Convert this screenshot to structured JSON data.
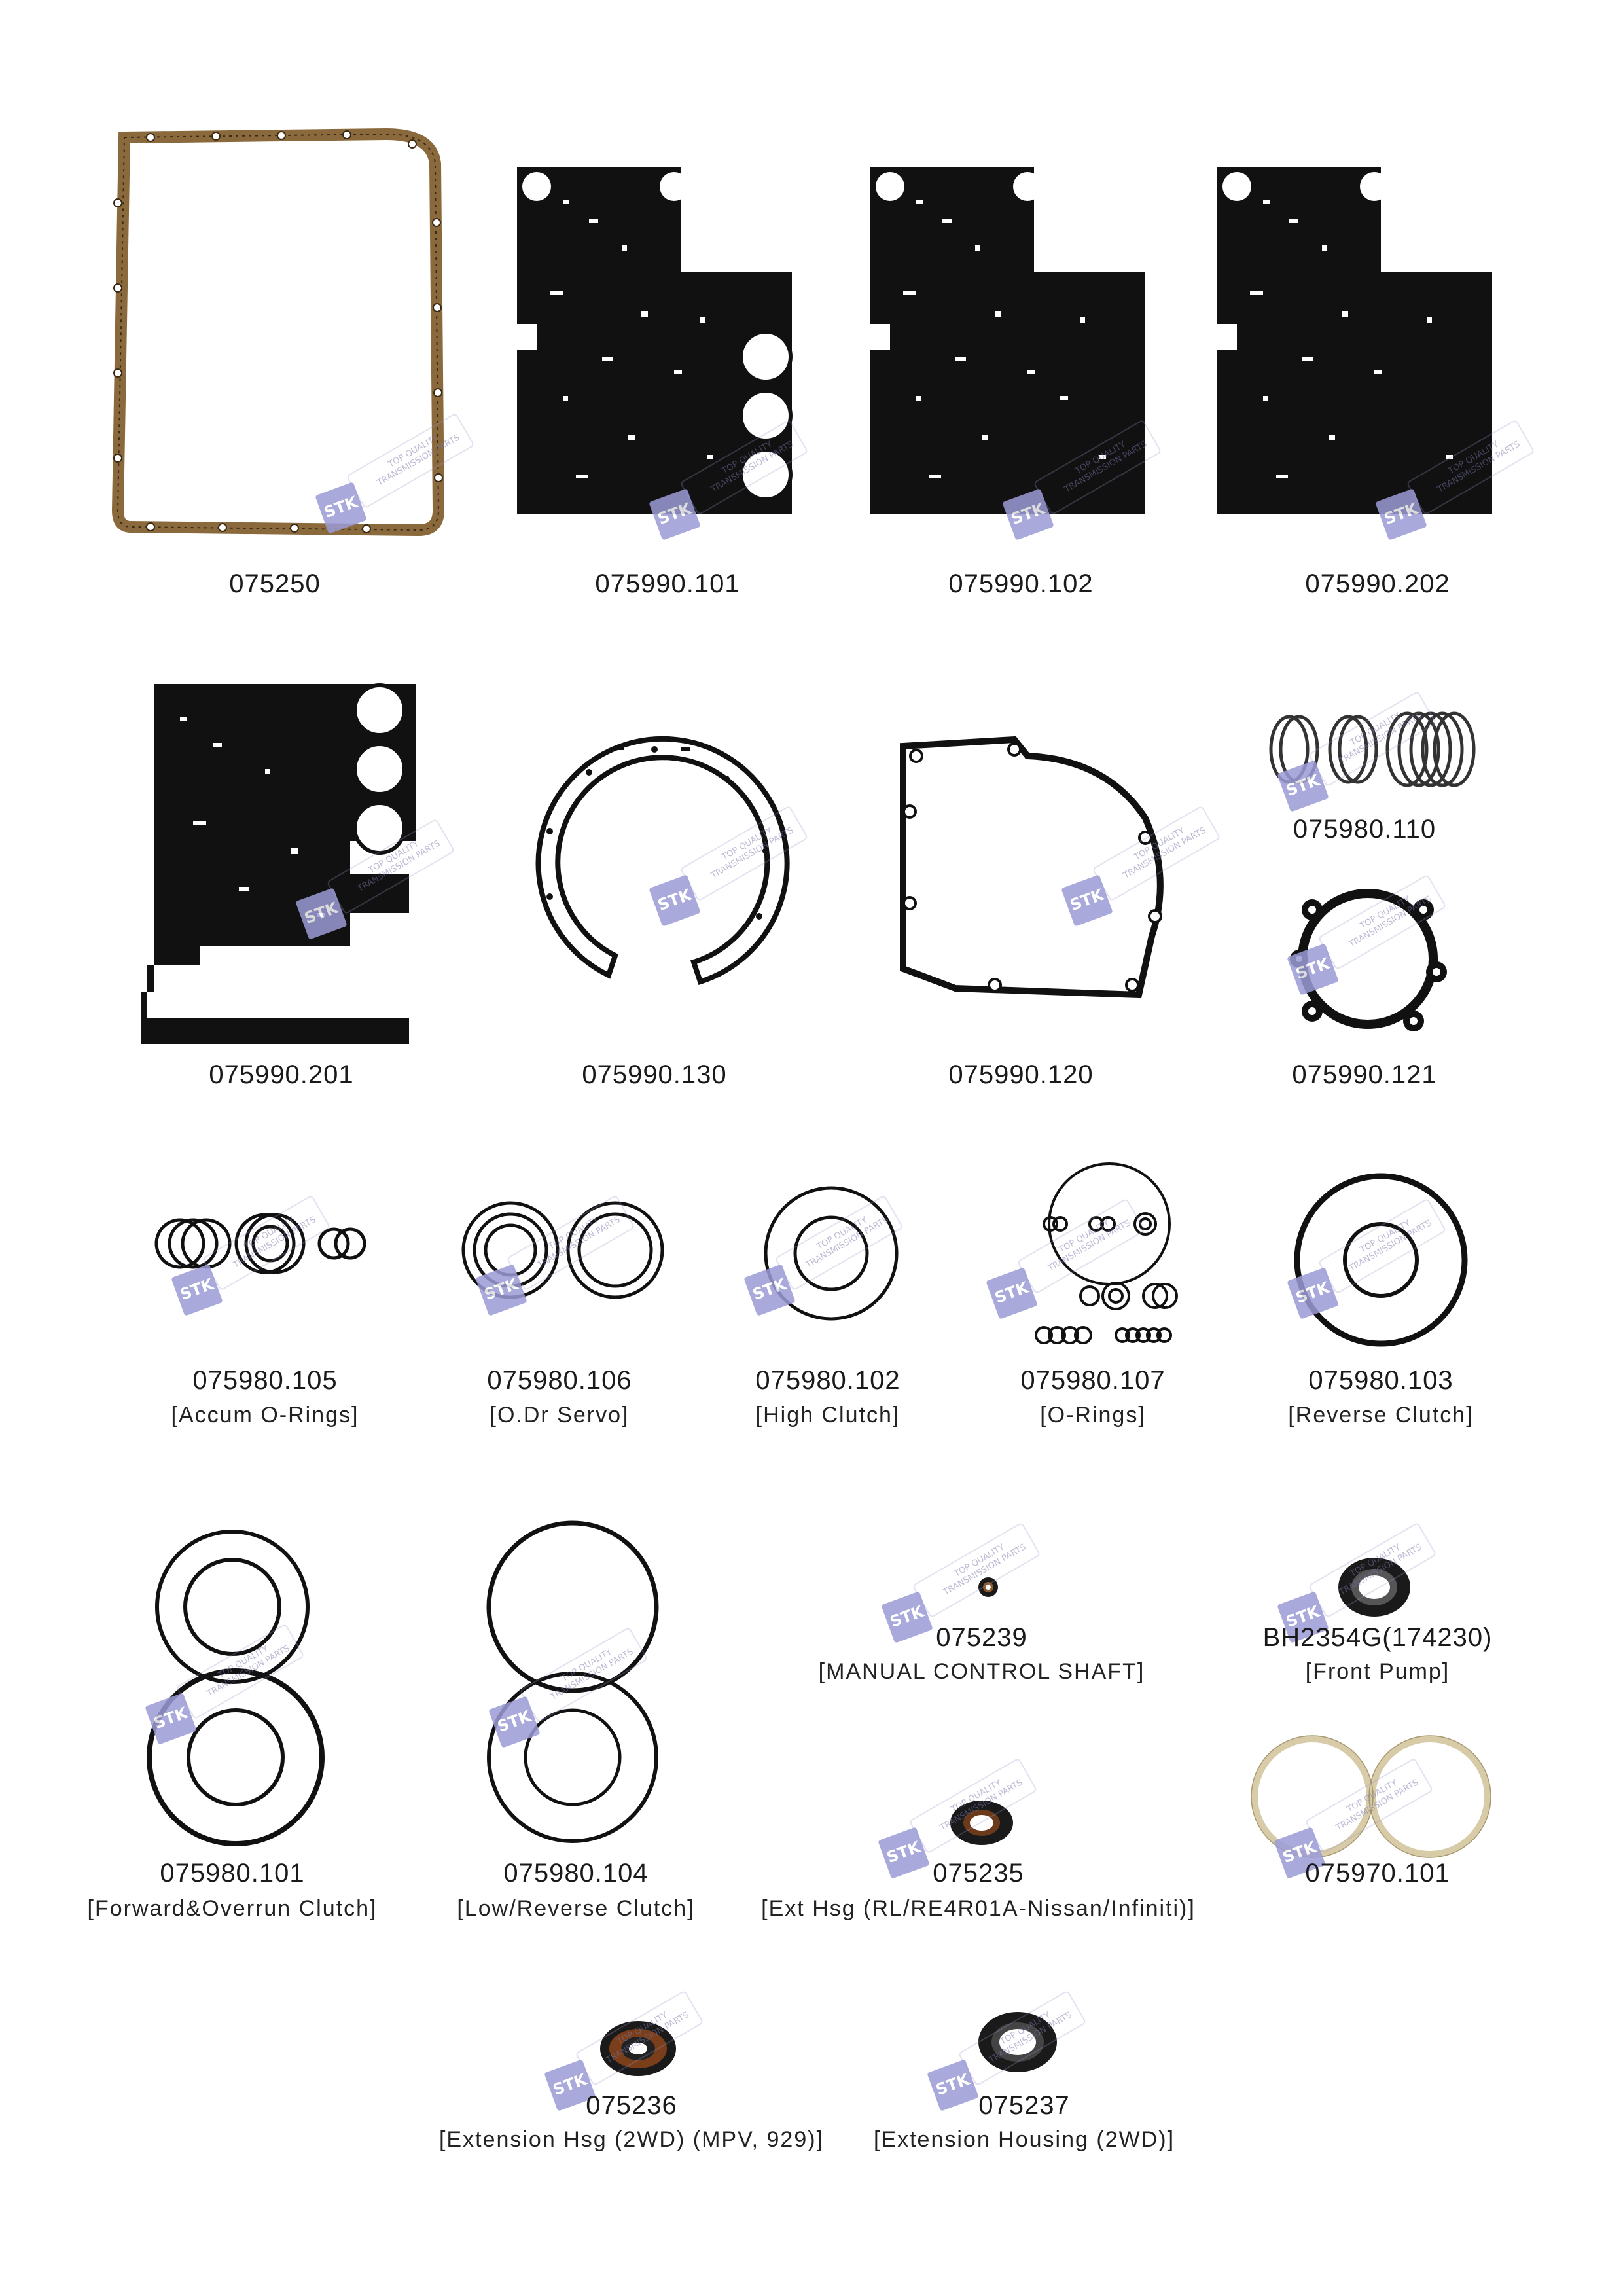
{
  "brand": {
    "logo_text": "STK",
    "tag_line1": "TOP QUALITY",
    "tag_line2": "TRANSMISSION PARTS",
    "logo_color": "#9b9bd6"
  },
  "colors": {
    "gasket_black": "#111111",
    "cork": "#8a6a3c",
    "paper_ring": "#d8cba8",
    "seal_brown": "#7a3e1a"
  },
  "parts": [
    {
      "code": "075250",
      "desc": "",
      "icon": "pan-gasket-icon"
    },
    {
      "code": "075990.101",
      "desc": "",
      "icon": "valve-body-gasket-icon"
    },
    {
      "code": "075990.102",
      "desc": "",
      "icon": "valve-body-gasket-icon"
    },
    {
      "code": "075990.202",
      "desc": "",
      "icon": "valve-body-gasket-icon"
    },
    {
      "code": "075990.201",
      "desc": "",
      "icon": "valve-body-gasket-icon"
    },
    {
      "code": "075990.130",
      "desc": "",
      "icon": "split-ring-gasket-icon"
    },
    {
      "code": "075990.120",
      "desc": "",
      "icon": "case-gasket-icon"
    },
    {
      "code": "075980.110",
      "desc": "",
      "icon": "sealing-rings-icon"
    },
    {
      "code": "075990.121",
      "desc": "",
      "icon": "pump-gasket-icon"
    },
    {
      "code": "075980.105",
      "desc": "[Accum O-Rings]",
      "icon": "o-rings-icon"
    },
    {
      "code": "075980.106",
      "desc": "[O.Dr Servo]",
      "icon": "o-rings-icon"
    },
    {
      "code": "075980.102",
      "desc": "[High Clutch]",
      "icon": "o-rings-icon"
    },
    {
      "code": "075980.107",
      "desc": "[O-Rings]",
      "icon": "o-rings-icon"
    },
    {
      "code": "075980.103",
      "desc": "[Reverse Clutch]",
      "icon": "o-rings-icon"
    },
    {
      "code": "075980.101",
      "desc": "[Forward&Overrun  Clutch]",
      "icon": "o-rings-icon"
    },
    {
      "code": "075980.104",
      "desc": "[Low/Reverse Clutch]",
      "icon": "o-rings-icon"
    },
    {
      "code": "075239",
      "desc": "[MANUAL CONTROL SHAFT]",
      "icon": "oil-seal-icon"
    },
    {
      "code": "BH2354G(174230)",
      "desc": "[Front Pump]",
      "icon": "oil-seal-icon"
    },
    {
      "code": "075235",
      "desc": "[Ext Hsg (RL/RE4R01A-Nissan/Infiniti)]",
      "icon": "oil-seal-icon"
    },
    {
      "code": "075970.101",
      "desc": "",
      "icon": "paper-rings-icon"
    },
    {
      "code": "075236",
      "desc": "[Extension Hsg (2WD) (MPV, 929)]",
      "icon": "oil-seal-icon"
    },
    {
      "code": "075237",
      "desc": "[Extension Housing (2WD)]",
      "icon": "oil-seal-icon"
    }
  ]
}
